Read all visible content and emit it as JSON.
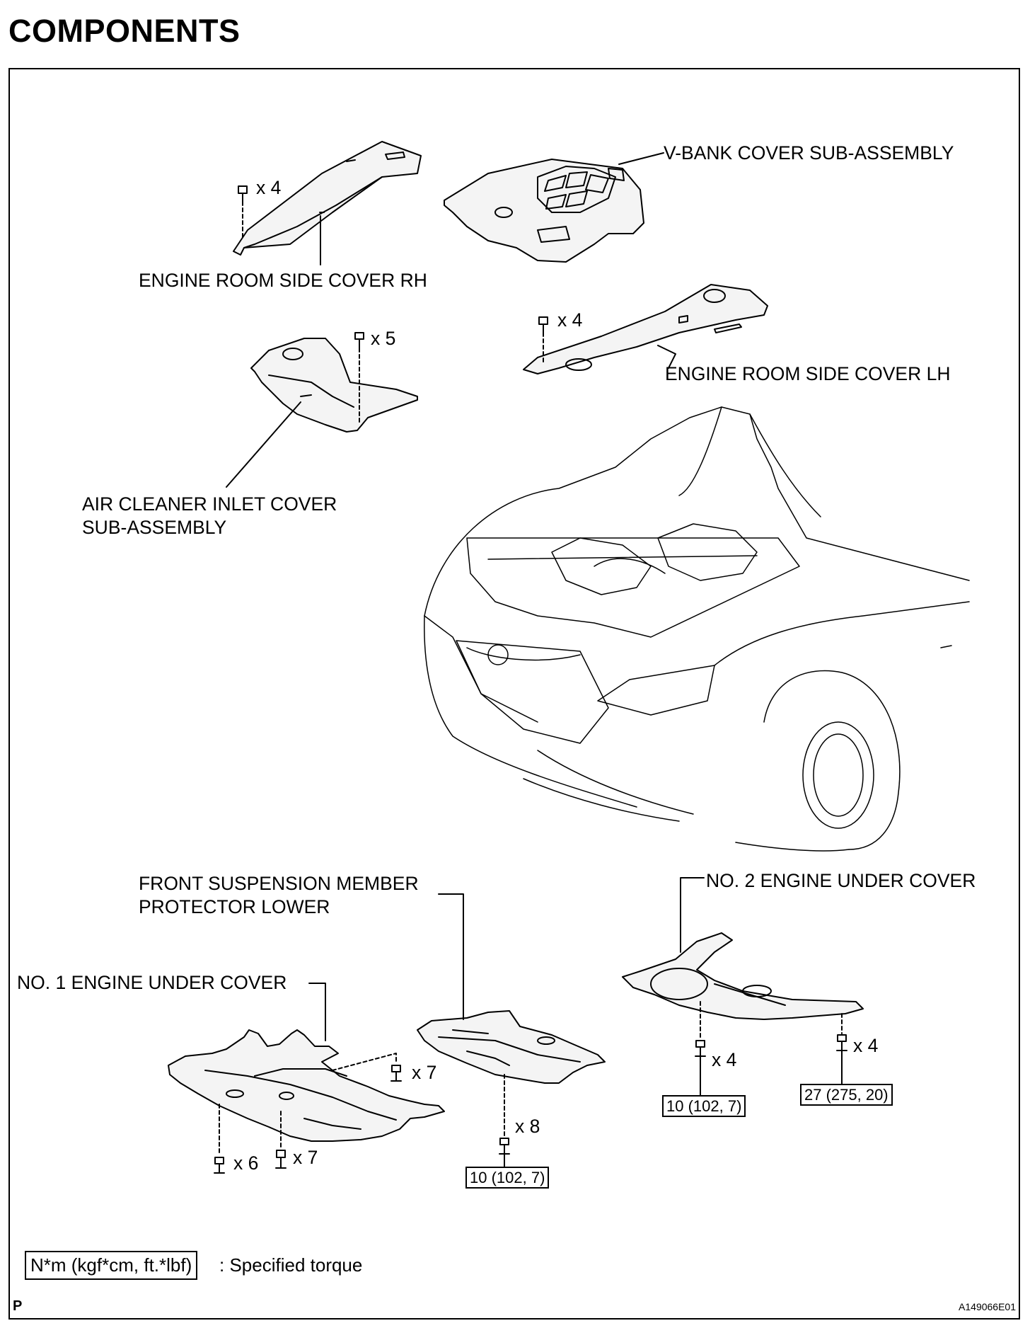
{
  "title": "COMPONENTS",
  "labels": {
    "v_bank": "V-BANK COVER SUB-ASSEMBLY",
    "side_rh": "ENGINE ROOM SIDE COVER RH",
    "side_lh": "ENGINE ROOM SIDE COVER LH",
    "air_cleaner_1": "AIR CLEANER INLET COVER",
    "air_cleaner_2": "SUB-ASSEMBLY",
    "front_susp_1": "FRONT SUSPENSION MEMBER",
    "front_susp_2": "PROTECTOR LOWER",
    "no2_cover": "NO. 2 ENGINE UNDER COVER",
    "no1_cover": "NO. 1 ENGINE UNDER COVER"
  },
  "quantities": {
    "rh": "x 4",
    "lh": "x 4",
    "air": "x 5",
    "no1_a": "x 7",
    "no1_b": "x 6",
    "no1_c": "x 7",
    "susp": "x 8",
    "no2_a": "x 4",
    "no2_b": "x 4"
  },
  "torques": {
    "susp": "10 (102, 7)",
    "no2_a": "10 (102, 7)",
    "no2_b": "27 (275, 20)"
  },
  "legend": {
    "unit": "N*m (kgf*cm, ft.*lbf)",
    "text": ": Specified torque"
  },
  "page_mark": "P",
  "figure_id": "A149066E01"
}
